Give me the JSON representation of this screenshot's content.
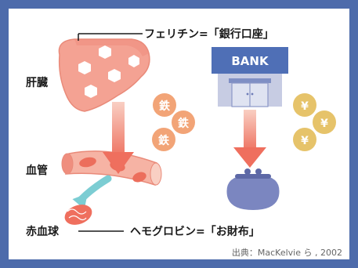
{
  "labels": {
    "liver_callout": "フェリチン=「銀行口座」",
    "liver": "肝臓",
    "vessel": "血管",
    "rbc": "赤血球",
    "rbc_callout": "ヘモグロビン=「お財布」",
    "bank_sign": "BANK",
    "citation": "出典：MacKelvie ら , 2002"
  },
  "coins": {
    "iron": [
      "鉄",
      "鉄",
      "鉄"
    ],
    "yen": [
      "¥",
      "¥",
      "¥"
    ]
  },
  "colors": {
    "frame": "#4d6bab",
    "liver": "#f4a293",
    "vessel": "#f6b3a4",
    "arrow": "#ef6f5e",
    "bank_sign": "#4f6fb6",
    "bank_body": "#c7cce3",
    "wallet": "#7b86c0",
    "iron_coin": "#f2a477",
    "yen_coin": "#e6c36a",
    "teal_arrow": "#7ccdd3"
  }
}
